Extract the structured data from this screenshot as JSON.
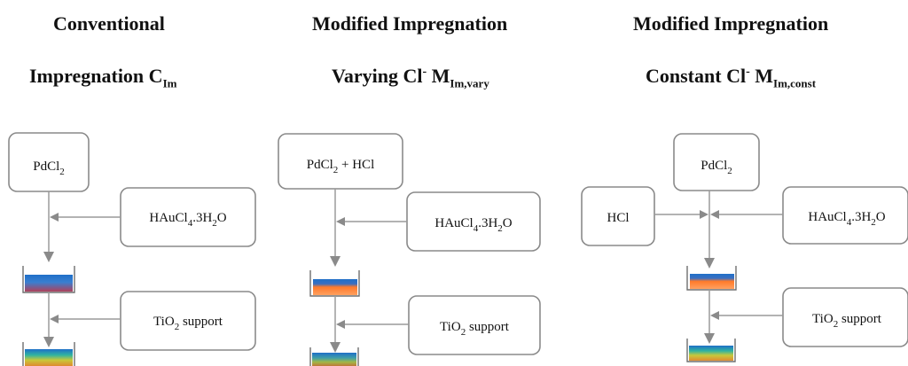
{
  "columns": [
    {
      "title_line1": "Conventional",
      "title_line2_main": "Impregnation C",
      "title_line2_sub": "Im",
      "title_line2_sup": "",
      "title_line2_tail": "",
      "boxes": {
        "top": {
          "text": "PdCl",
          "sub": "2",
          "tail": ""
        },
        "reagent": {
          "text": "HAuCl",
          "sub": "4",
          "tail": ".3H",
          "sub2": "2",
          "tail2": "O"
        },
        "support": {
          "text": "TiO",
          "sub": "2",
          "tail": " support"
        }
      }
    },
    {
      "title_line1": "Modified Impregnation",
      "title_line2_main": "Varying Cl",
      "title_line2_sup": "-",
      "title_line2_mid": " M",
      "title_line2_sub": "Im,vary",
      "boxes": {
        "top": {
          "text": "PdCl",
          "sub": "2",
          "tail": " + HCl"
        },
        "reagent": {
          "text": "HAuCl",
          "sub": "4",
          "tail": ".3H",
          "sub2": "2",
          "tail2": "O"
        },
        "support": {
          "text": "TiO",
          "sub": "2",
          "tail": " support"
        }
      }
    },
    {
      "title_line1": "Modified Impregnation",
      "title_line2_main": "Constant Cl",
      "title_line2_sup": "-",
      "title_line2_mid": " M",
      "title_line2_sub": "Im,const",
      "boxes": {
        "hcl": {
          "text": "HCl"
        },
        "top": {
          "text": "PdCl",
          "sub": "2",
          "tail": ""
        },
        "reagent": {
          "text": "HAuCl",
          "sub": "4",
          "tail": ".3H",
          "sub2": "2",
          "tail2": "O"
        },
        "support": {
          "text": "TiO",
          "sub": "2",
          "tail": " support"
        }
      }
    }
  ],
  "colors": {
    "box_stroke": "#8a8a8a",
    "arrow": "#8a8a8a",
    "liquid_blue_red": [
      "#1f6fc8",
      "#b0405a"
    ],
    "liquid_orange": [
      "#1f6fc8",
      "#ff7a2a",
      "#ff9a50"
    ],
    "liquid_rainbow": [
      "#1f6fc8",
      "#2fb3a0",
      "#c8c83a",
      "#e08a30"
    ]
  }
}
